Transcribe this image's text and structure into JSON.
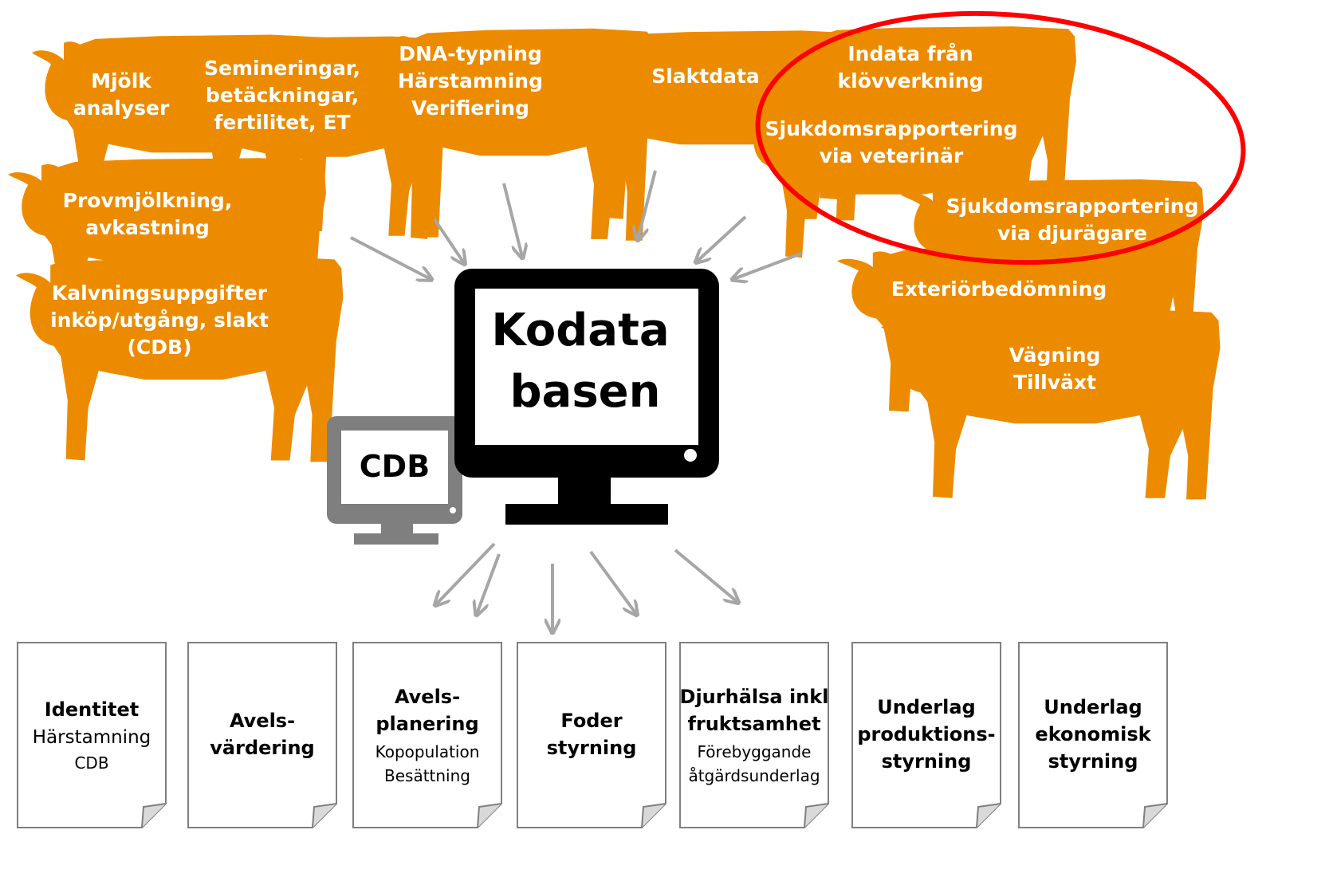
{
  "colors": {
    "cow": "#ED8B00",
    "arrow": "#A6A6A6",
    "highlight": "#FF0000",
    "monitor_main": "#000000",
    "monitor_small": "#7F7F7F"
  },
  "icons": [
    "cow-silhouette-icon",
    "computer-monitor-icon",
    "document-page-icon"
  ],
  "database": {
    "main_line1": "Kodata",
    "main_line2": "basen",
    "secondary": "CDB"
  },
  "inputs": [
    {
      "lines": [
        "Mjölk",
        "analyser"
      ]
    },
    {
      "lines": [
        "Semineringar,",
        "betäckningar,",
        "fertilitet, ET"
      ]
    },
    {
      "lines": [
        "DNA-typning",
        "Härstamning",
        "Verifiering"
      ]
    },
    {
      "lines": [
        "Slaktdata"
      ]
    },
    {
      "lines": [
        "Indata från",
        "klövverkning"
      ]
    },
    {
      "lines": [
        "Sjukdomsrapportering",
        "via veterinär"
      ]
    },
    {
      "lines": [
        "Provmjölkning,",
        "avkastning"
      ]
    },
    {
      "lines": [
        "Sjukdomsrapportering",
        "via djurägare"
      ]
    },
    {
      "lines": [
        "Kalvningsuppgifter",
        "inköp/utgång, slakt",
        "(CDB)"
      ]
    },
    {
      "lines": [
        "Exteriörbedömning"
      ]
    },
    {
      "lines": [
        "Vägning",
        "Tillväxt"
      ]
    }
  ],
  "outputs": [
    {
      "lines": [
        {
          "t": "Identitet",
          "s": "bold"
        },
        {
          "t": "Härstamning",
          "s": "normal"
        },
        {
          "t": "CDB",
          "s": "small"
        }
      ]
    },
    {
      "lines": [
        {
          "t": "Avels-",
          "s": "bold"
        },
        {
          "t": "värdering",
          "s": "bold"
        }
      ]
    },
    {
      "lines": [
        {
          "t": "Avels-",
          "s": "bold"
        },
        {
          "t": "planering",
          "s": "bold"
        },
        {
          "t": "Kopopulation",
          "s": "small"
        },
        {
          "t": "Besättning",
          "s": "small"
        }
      ]
    },
    {
      "lines": [
        {
          "t": "Foder",
          "s": "bold"
        },
        {
          "t": "styrning",
          "s": "bold"
        }
      ]
    },
    {
      "lines": [
        {
          "t": "Djurhälsa inkl",
          "s": "bold"
        },
        {
          "t": "fruktsamhet",
          "s": "bold"
        },
        {
          "t": "Förebyggande",
          "s": "small"
        },
        {
          "t": "åtgärdsunderlag",
          "s": "small"
        }
      ]
    },
    {
      "lines": [
        {
          "t": "Underlag",
          "s": "bold"
        },
        {
          "t": "produktions-",
          "s": "bold"
        },
        {
          "t": "styrning",
          "s": "bold"
        }
      ]
    },
    {
      "lines": [
        {
          "t": "Underlag",
          "s": "bold"
        },
        {
          "t": "ekonomisk",
          "s": "bold"
        },
        {
          "t": "styrning",
          "s": "bold"
        }
      ]
    }
  ]
}
